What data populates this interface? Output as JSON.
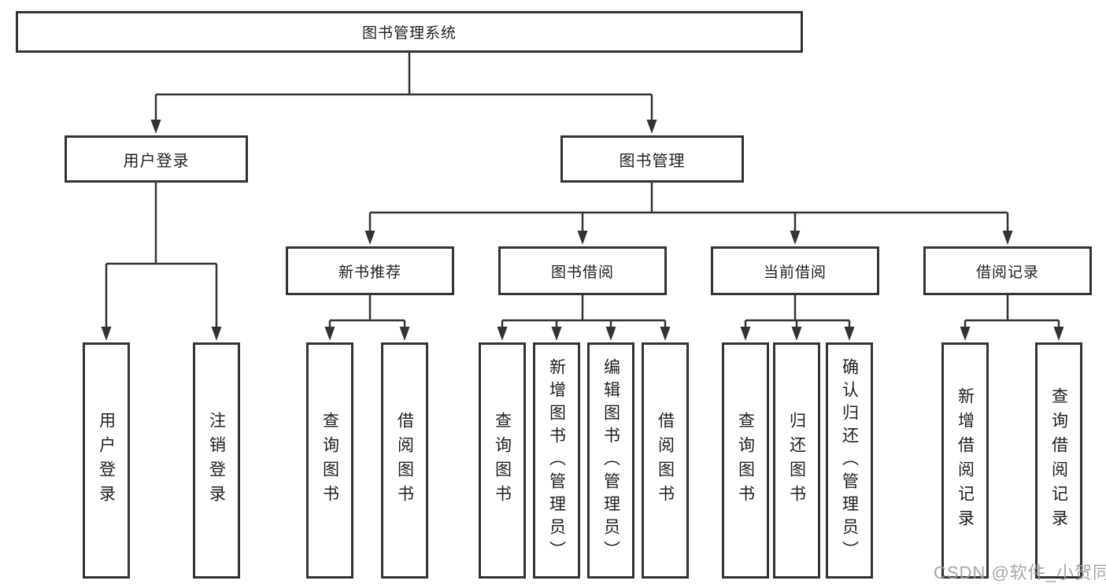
{
  "diagram": {
    "root": {
      "label": "图书管理系统"
    },
    "branches": [
      {
        "label": "用户登录",
        "children": [
          {
            "label": "用户登录"
          },
          {
            "label": "注销登录"
          }
        ]
      },
      {
        "label": "图书管理",
        "children": [
          {
            "label": "新书推荐",
            "children": [
              {
                "label": "查询图书"
              },
              {
                "label": "借阅图书"
              }
            ]
          },
          {
            "label": "图书借阅",
            "children": [
              {
                "label": "查询图书"
              },
              {
                "label": "新增图书（管理员）"
              },
              {
                "label": "编辑图书（管理员）"
              },
              {
                "label": "借阅图书"
              }
            ]
          },
          {
            "label": "当前借阅",
            "children": [
              {
                "label": "查询图书"
              },
              {
                "label": "归还图书"
              },
              {
                "label": "确认归还（管理员）"
              }
            ]
          },
          {
            "label": "借阅记录",
            "children": [
              {
                "label": "新增借阅记录"
              },
              {
                "label": "查询借阅记录"
              }
            ]
          }
        ]
      }
    ]
  },
  "watermark": {
    "text": "CSDN @软件_小贺同学"
  },
  "colors": {
    "background": "#ffffff",
    "line": "#333333",
    "box_border": "#333333",
    "text": "#1f1f1f",
    "watermark": "#9e9e9e"
  }
}
